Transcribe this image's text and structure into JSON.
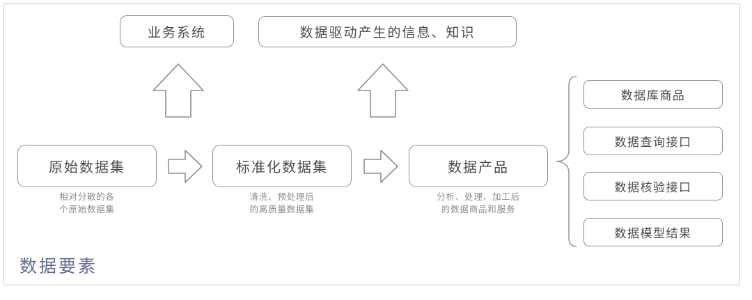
{
  "diagram": {
    "section_label": "数据要素",
    "accent_color": "#5f6e91",
    "outline_color": "#8d8d8d",
    "frame_color": "#c3c9d6",
    "caption_color": "#8a8a8a",
    "top_nodes": [
      {
        "label": "业务系统"
      },
      {
        "label": "数据驱动产生的信息、知识"
      }
    ],
    "flow_nodes": [
      {
        "label": "原始数据集",
        "caption": "相对分散的各\n个原始数据集"
      },
      {
        "label": "标准化数据集",
        "caption": "清洗、预处理后\n的高质量数据集"
      },
      {
        "label": "数据产品",
        "caption": "分析、处理、加工后\n的数据商品和服务"
      }
    ],
    "outputs": [
      {
        "label": "数据库商品"
      },
      {
        "label": "数据查询接口"
      },
      {
        "label": "数据核验接口"
      },
      {
        "label": "数据模型结果"
      }
    ],
    "arrows": [
      {
        "name": "up-arrow-business-system",
        "direction": "up"
      },
      {
        "name": "up-arrow-knowledge",
        "direction": "up"
      },
      {
        "name": "right-arrow-raw-to-standard",
        "direction": "right"
      },
      {
        "name": "right-arrow-standard-to-product",
        "direction": "right"
      }
    ],
    "brace": {
      "name": "brace-outputs",
      "direction": "left"
    }
  }
}
